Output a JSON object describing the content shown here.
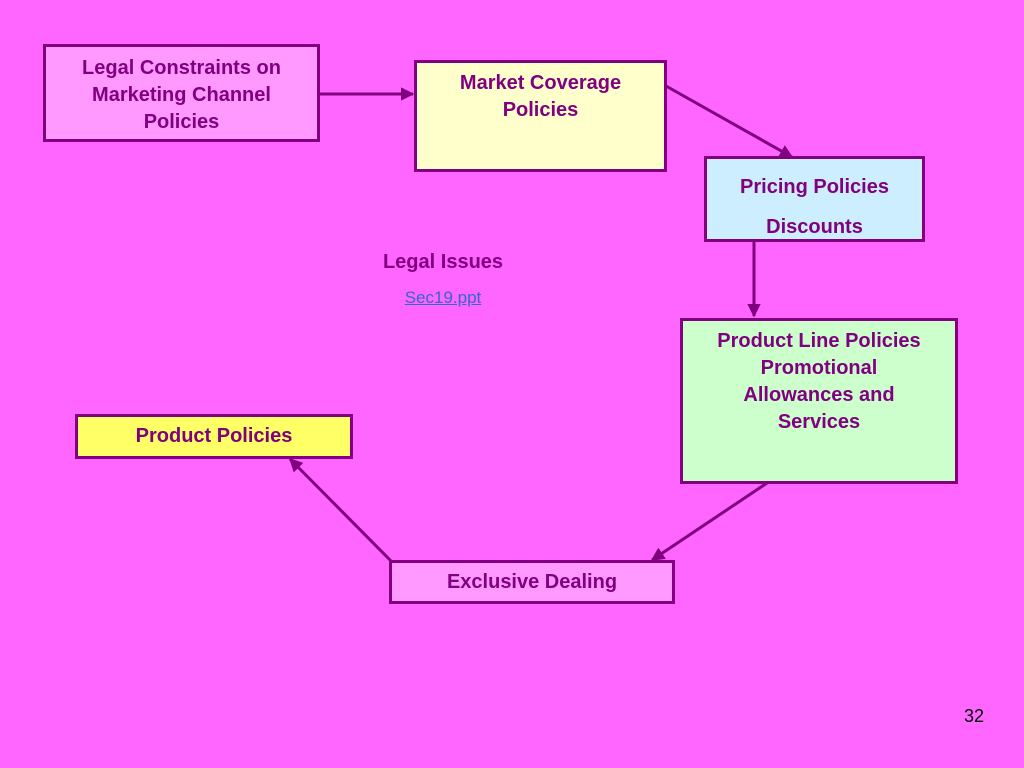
{
  "colors": {
    "background": "#ff66ff",
    "border": "#800080",
    "text": "#800080",
    "link": "#3366cc",
    "box_pink": "#ff99ff",
    "box_cream": "#ffffcc",
    "box_blue": "#cceeff",
    "box_green": "#ccffcc",
    "box_yellow": "#ffff66"
  },
  "nodes": {
    "legal_constraints": {
      "lines": [
        "Legal Constraints on",
        "Marketing Channel",
        "Policies"
      ]
    },
    "market_coverage": {
      "lines": [
        "Market Coverage",
        "Policies"
      ]
    },
    "pricing": {
      "lines": [
        "Pricing Policies",
        "Discounts"
      ]
    },
    "product_line": {
      "lines": [
        "Product Line Policies",
        "Promotional",
        "Allowances and",
        "Services"
      ]
    },
    "product_policies": {
      "lines": [
        "Product Policies"
      ]
    },
    "exclusive_dealing": {
      "lines": [
        "Exclusive Dealing"
      ]
    }
  },
  "center": {
    "heading": "Legal Issues",
    "link": "Sec19.ppt"
  },
  "edges": [
    {
      "from": "legal_constraints",
      "to": "market_coverage"
    },
    {
      "from": "market_coverage",
      "to": "pricing"
    },
    {
      "from": "pricing",
      "to": "product_line"
    },
    {
      "from": "product_line",
      "to": "exclusive_dealing"
    },
    {
      "from": "exclusive_dealing",
      "to": "product_policies"
    }
  ],
  "page_number": "32"
}
